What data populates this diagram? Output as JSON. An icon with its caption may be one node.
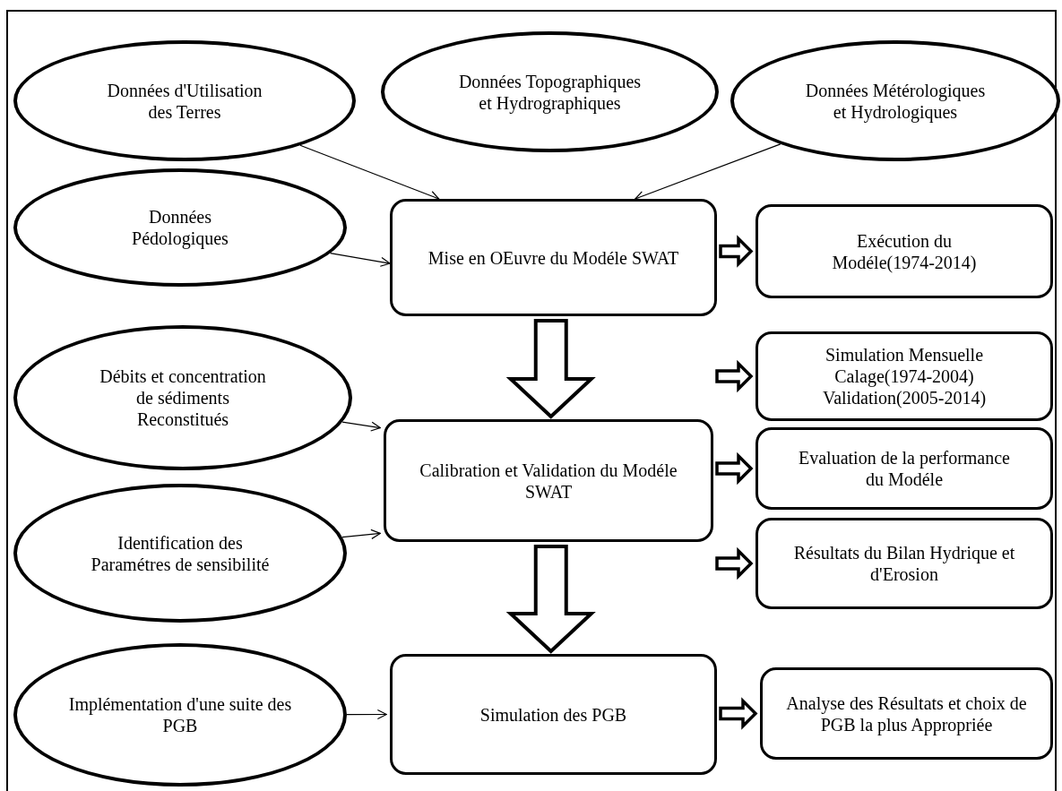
{
  "diagram": {
    "nodes": [
      {
        "text": [
          "Données d'Utilisation des Terres"
        ]
      },
      {
        "text": [
          "Données Topographiques et Hydrographiques"
        ]
      },
      {
        "text": [
          "Données Métérologiques et Hydrologiques"
        ]
      },
      {
        "text": [
          "Données Pédologiques"
        ]
      },
      {
        "text": [
          "Mise en OEuvre du Modéle SWAT"
        ]
      },
      {
        "text": [
          "Exécution du Modéle(1974-2014)"
        ]
      },
      {
        "text": [
          "Débits et concentration de sédiments Reconstitués"
        ]
      },
      {
        "text": [
          "Calibration et Validation du Modéle SWAT"
        ]
      },
      {
        "text": [
          "Simulation Mensuelle Calage(1974-2004) Validation(2005-2014)"
        ]
      },
      {
        "text": [
          "Evaluation de la performance du Modéle"
        ]
      },
      {
        "text": [
          "Résultats du Bilan Hydrique et d'Erosion"
        ]
      },
      {
        "text": [
          "Identification des Paramétres de sensibilité"
        ]
      },
      {
        "text": [
          "Implémentation d'une suite des PGB"
        ]
      },
      {
        "text": [
          "Simulation des PGB"
        ]
      },
      {
        "text": [
          "Analyse des Résultats et choix de PGB la plus Appropriée"
        ]
      }
    ],
    "edges": [
      {
        "from": 0,
        "to": 4,
        "arrow": "to"
      },
      {
        "from": 2,
        "to": 4,
        "arrow": "to"
      },
      {
        "from": 3,
        "to": 4,
        "arrow": "to"
      },
      {
        "from": 4,
        "to": 5,
        "arrow": "to",
        "style": "thick"
      },
      {
        "from": 4,
        "to": 7,
        "arrow": "to",
        "style": "thick"
      },
      {
        "from": 6,
        "to": 7,
        "arrow": "to"
      },
      {
        "from": 7,
        "to": 8,
        "arrow": "to",
        "style": "thick"
      },
      {
        "from": 7,
        "to": 9,
        "arrow": "to",
        "style": "thick"
      },
      {
        "from": 7,
        "to": 10,
        "arrow": "to",
        "style": "thick"
      },
      {
        "from": 11,
        "to": 7,
        "arrow": "to"
      },
      {
        "from": 7,
        "to": 13,
        "arrow": "to",
        "style": "thick"
      },
      {
        "from": 12,
        "to": 13,
        "arrow": "to"
      },
      {
        "from": 13,
        "to": 14,
        "arrow": "to",
        "style": "thick"
      }
    ]
  }
}
